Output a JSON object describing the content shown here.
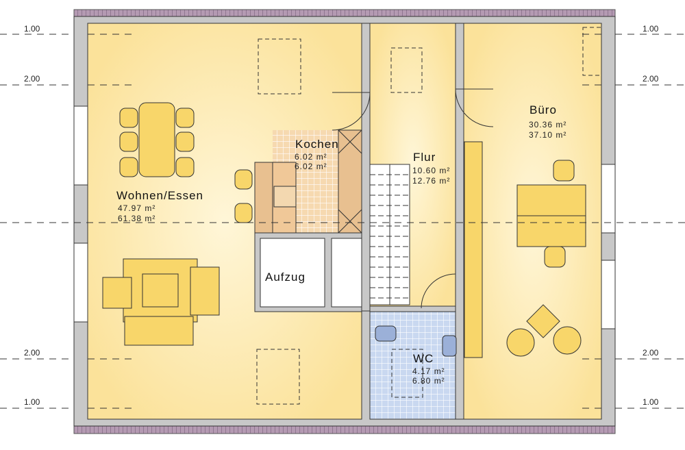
{
  "rooms": {
    "wohnen": {
      "name": "Wohnen/Essen",
      "area1": "47.97 m²",
      "area2": "61.38 m²"
    },
    "kochen": {
      "name": "Kochen",
      "area1": "6.02 m²",
      "area2": "6.02 m²"
    },
    "flur": {
      "name": "Flur",
      "area1": "10.60 m²",
      "area2": "12.76 m²"
    },
    "buero": {
      "name": "Büro",
      "area1": "30.36 m²",
      "area2": "37.10 m²"
    },
    "aufzug": {
      "name": "Aufzug"
    },
    "wc": {
      "name": "WC",
      "area1": "4.17 m²",
      "area2": "6.80 m²"
    }
  },
  "dimensions": {
    "top1": "1.00",
    "top2": "2.00",
    "bottom2": "2.00",
    "bottom1": "1.00"
  },
  "colors": {
    "floor": "#fbe4a0",
    "wall": "#c8c8c8",
    "tile": "#c9d8f0",
    "roof": "#9a7c98"
  }
}
